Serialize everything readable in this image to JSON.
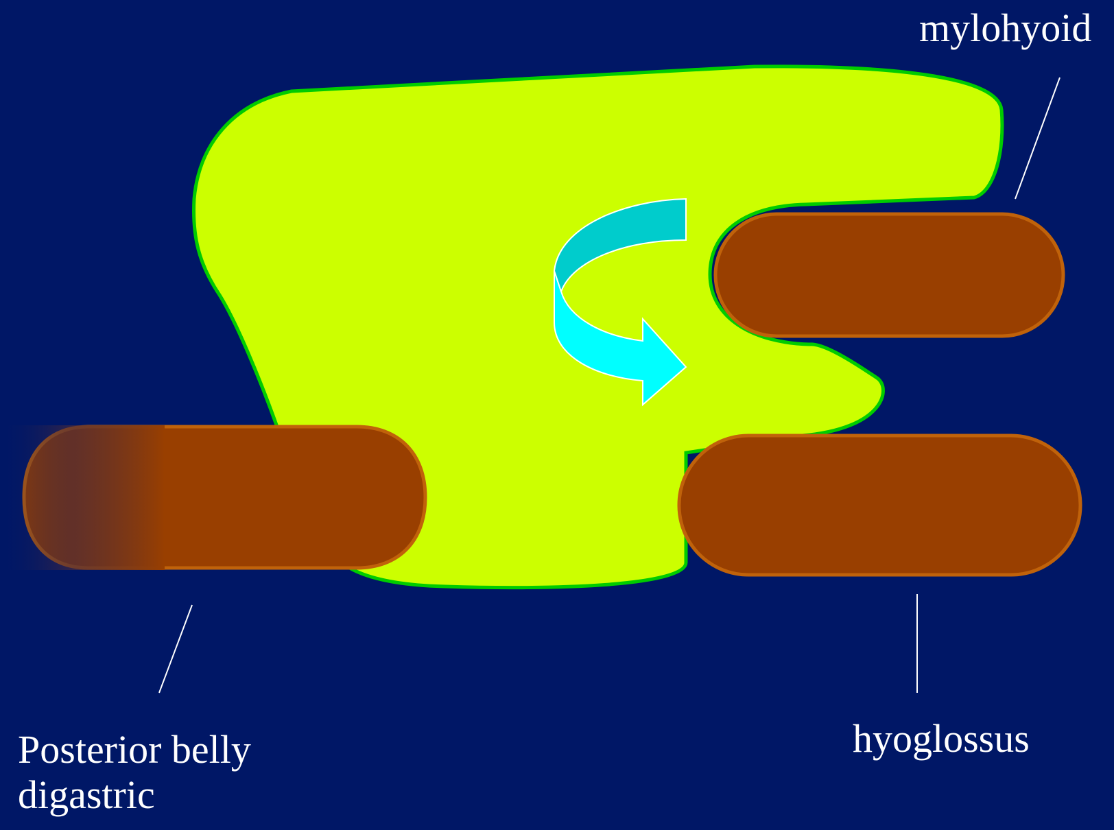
{
  "labels": {
    "mylohyoid": "mylohyoid",
    "hyoglossus": "hyoglossus",
    "posterior_belly_line1": "Posterior belly",
    "posterior_belly_line2": "digastric"
  },
  "colors": {
    "background": "#001766",
    "gland_fill": "#ccff00",
    "gland_outline": "#00cc00",
    "muscle_fill": "#993f00",
    "muscle_outline": "#c0620a",
    "arrow_back": "#00cccc",
    "arrow_front": "#00ffff",
    "pointer_line": "#ffffff"
  }
}
